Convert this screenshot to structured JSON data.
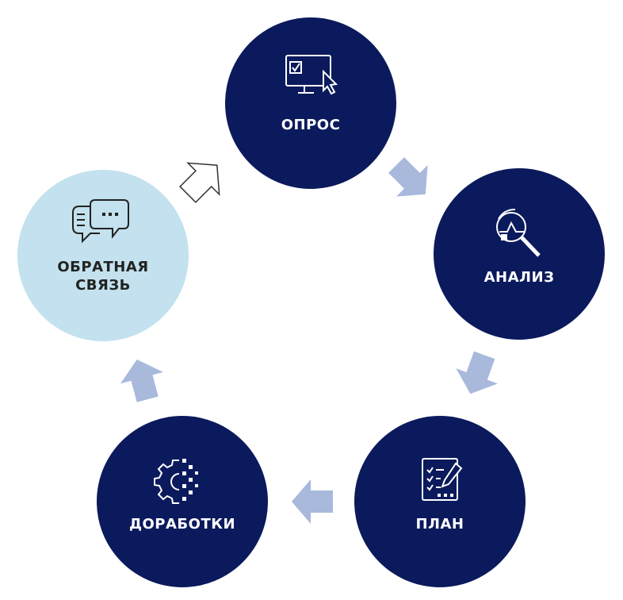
{
  "diagram": {
    "type": "cycle",
    "colors": {
      "node_dark": "#0b1a5c",
      "node_light": "#c3e1ee",
      "arrow": "#a8b9dc",
      "label_on_dark": "#ffffff",
      "label_on_light": "#222222",
      "outline_arrow": "#333333"
    },
    "nodes": [
      {
        "id": "survey",
        "label": "ОПРОС",
        "icon": "monitor-checkbox-cursor-icon",
        "style": "dark"
      },
      {
        "id": "analysis",
        "label": "АНАЛИЗ",
        "icon": "magnifier-chart-icon",
        "style": "dark"
      },
      {
        "id": "plan",
        "label": "ПЛАН",
        "icon": "checklist-pencil-icon",
        "style": "dark"
      },
      {
        "id": "improvements",
        "label": "ДОРАБОТКИ",
        "icon": "gear-pixels-icon",
        "style": "dark"
      },
      {
        "id": "feedback",
        "label_lines": [
          "ОБРАТНАЯ",
          "СВЯЗЬ"
        ],
        "icon": "chat-bubbles-icon",
        "style": "light"
      }
    ],
    "arrows": [
      {
        "from": "survey",
        "to": "analysis",
        "style": "filled"
      },
      {
        "from": "analysis",
        "to": "plan",
        "style": "filled"
      },
      {
        "from": "plan",
        "to": "improvements",
        "style": "filled"
      },
      {
        "from": "improvements",
        "to": "feedback",
        "style": "filled"
      },
      {
        "from": "feedback",
        "to": "survey",
        "style": "outline"
      }
    ]
  }
}
